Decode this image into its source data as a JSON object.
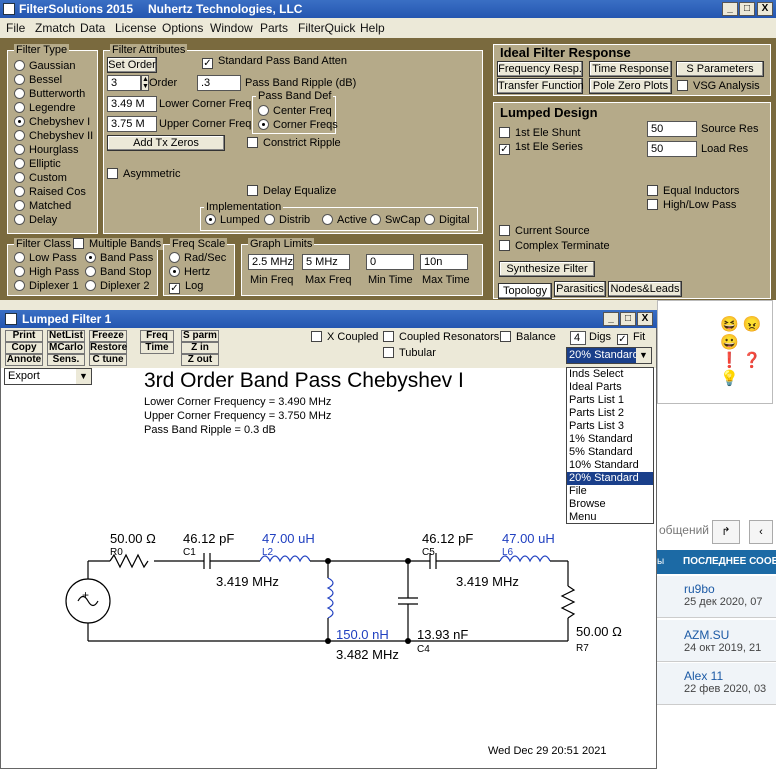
{
  "app": {
    "title": "FilterSolutions 2015",
    "company": "Nuhertz Technologies, LLC"
  },
  "window_buttons": [
    "_",
    "□",
    "X"
  ],
  "menu": [
    "File",
    "Zmatch",
    "Data",
    "License",
    "Options",
    "Window",
    "Parts",
    "FilterQuick",
    "Help"
  ],
  "filter_type": {
    "legend": "Filter Type",
    "options": [
      "Gaussian",
      "Bessel",
      "Butterworth",
      "Legendre",
      "Chebyshev I",
      "Chebyshev II",
      "Hourglass",
      "Elliptic",
      "Custom",
      "Raised Cos",
      "Matched",
      "Delay"
    ],
    "selected": 4
  },
  "attrs": {
    "legend": "Filter Attributes",
    "set_order": "Set Order",
    "std_atten": "Standard Pass Band Atten",
    "order_value": "3",
    "order_label": "Order",
    "ripple_value": ".3",
    "ripple_label": "Pass Band Ripple (dB)",
    "lower_value": "3.49 M",
    "lower_label": "Lower Corner Freq",
    "upper_value": "3.75 M",
    "upper_label": "Upper Corner Freq",
    "pbdef_legend": "Pass Band  Def",
    "center": "Center Freq",
    "corner": "Corner Freqs",
    "add_tx": "Add Tx Zeros",
    "constrict": "Constrict Ripple",
    "asym": "Asymmetric",
    "delay_eq": "Delay Equalize",
    "impl_legend": "Implementation",
    "impl": [
      "Lumped",
      "Distrib",
      "Active",
      "SwCap",
      "Digital"
    ]
  },
  "filter_class": {
    "legend": "Filter Class",
    "multi": "Multiple Bands",
    "options": [
      "Low Pass",
      "Band Pass",
      "High Pass",
      "Band Stop",
      "Diplexer 1",
      "Diplexer 2"
    ]
  },
  "freq_scale": {
    "legend": "Freq Scale",
    "options": [
      "Rad/Sec",
      "Hertz"
    ],
    "log": "Log"
  },
  "graph_limits": {
    "legend": "Graph Limits",
    "values": [
      "2.5 MHz",
      "5 MHz",
      "0",
      "10n"
    ],
    "labels": [
      "Min Freq",
      "Max Freq",
      "Min Time",
      "Max Time"
    ]
  },
  "ideal": {
    "title": "Ideal Filter Response",
    "buttons": [
      "Frequency Resp.",
      "Time Response",
      "S Parameters",
      "Transfer Function",
      "Pole Zero Plots"
    ],
    "vsg": "VSG Analysis"
  },
  "lumped": {
    "title": "Lumped Design",
    "shunt": "1st Ele Shunt",
    "series": "1st Ele Series",
    "source_value": "50",
    "source_label": "Source Res",
    "load_value": "50",
    "load_label": "Load Res",
    "equal_ind": "Equal Inductors",
    "highlow": "High/Low Pass",
    "current_src": "Current Source",
    "complex_term": "Complex Terminate",
    "synth": "Synthesize Filter",
    "tabs": [
      "Topology",
      "Parasitics",
      "Nodes&Leads"
    ]
  },
  "child": {
    "title": "Lumped Filter 1",
    "toolbar": [
      [
        "Print",
        "NetList",
        "Freeze"
      ],
      [
        "Copy",
        "MCarlo",
        "Restore"
      ],
      [
        "Annote",
        "Sens.",
        "C tune"
      ]
    ],
    "toolbar2": [
      [
        "Freq"
      ],
      [
        "Time"
      ]
    ],
    "toolbar3": [
      [
        "S parm"
      ],
      [
        "Z in"
      ],
      [
        "Z out"
      ]
    ],
    "export": "Export",
    "xcoupled": "X Coupled",
    "coupled_res": "Coupled Resonators",
    "balance": "Balance",
    "digs_value": "4",
    "digs_label": "Digs",
    "fit": "Fit",
    "tubular": "Tubular",
    "std_value": "20% Standard",
    "dropdown": [
      "Inds Select",
      "Ideal Parts",
      "Parts List 1",
      "Parts List 2",
      "Parts List 3",
      "1% Standard",
      "5% Standard",
      "10% Standard",
      "20% Standard",
      "File",
      "Browse",
      "Menu"
    ],
    "dropdown_selected": 8,
    "heading": "3rd Order Band Pass Chebyshev I",
    "info": [
      "Lower Corner Frequency = 3.490 MHz",
      "Upper Corner Frequency = 3.750 MHz",
      "Pass Band Ripple = 0.3 dB"
    ],
    "circuit": {
      "r0": "50.00 Ω",
      "r0_name": "R0",
      "c1": "46.12 pF",
      "c1_name": "C1",
      "l2": "47.00 uH",
      "l2_name": "L2",
      "f1": "3.419 MHz",
      "c5": "46.12 pF",
      "c5_name": "C5",
      "l6": "47.00 uH",
      "l6_name": "L6",
      "f2": "3.419 MHz",
      "l3": "150.0 nH",
      "f3": "3.482 MHz",
      "c4": "13.93 nF",
      "c4_name": "C4",
      "r7": "50.00 Ω",
      "r7_name": "R7"
    },
    "date": "Wed Dec 29 20:51 2021"
  },
  "side": {
    "label": "общений",
    "header": "ПОСЛЕДНЕЕ СООБ",
    "rows": [
      {
        "name": "ru9bo",
        "date": "25 дек 2020, 07"
      },
      {
        "name": "AZM.SU",
        "date": "24 окт 2019, 21"
      },
      {
        "name": "Alex 11",
        "date": "22 фев 2020, 03"
      }
    ]
  }
}
